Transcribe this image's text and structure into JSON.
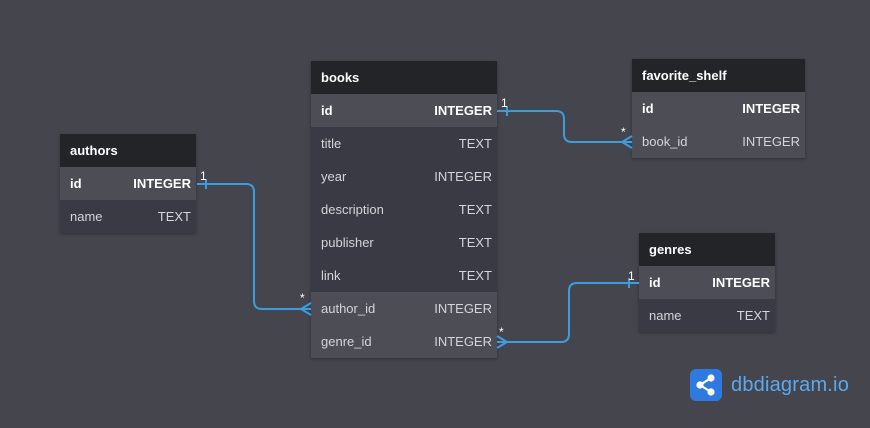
{
  "tables": {
    "authors": {
      "name": "authors",
      "fields": [
        {
          "name": "id",
          "type": "INTEGER"
        },
        {
          "name": "name",
          "type": "TEXT"
        }
      ]
    },
    "books": {
      "name": "books",
      "fields": [
        {
          "name": "id",
          "type": "INTEGER"
        },
        {
          "name": "title",
          "type": "TEXT"
        },
        {
          "name": "year",
          "type": "INTEGER"
        },
        {
          "name": "description",
          "type": "TEXT"
        },
        {
          "name": "publisher",
          "type": "TEXT"
        },
        {
          "name": "link",
          "type": "TEXT"
        },
        {
          "name": "author_id",
          "type": "INTEGER"
        },
        {
          "name": "genre_id",
          "type": "INTEGER"
        }
      ]
    },
    "favorite_shelf": {
      "name": "favorite_shelf",
      "fields": [
        {
          "name": "id",
          "type": "INTEGER"
        },
        {
          "name": "book_id",
          "type": "INTEGER"
        }
      ]
    },
    "genres": {
      "name": "genres",
      "fields": [
        {
          "name": "id",
          "type": "INTEGER"
        },
        {
          "name": "name",
          "type": "TEXT"
        }
      ]
    }
  },
  "relationships": [
    {
      "from": "authors.id",
      "from_card": "1",
      "to": "books.author_id",
      "to_card": "*"
    },
    {
      "from": "books.id",
      "from_card": "1",
      "to": "favorite_shelf.book_id",
      "to_card": "*"
    },
    {
      "from": "genres.id",
      "from_card": "1",
      "to": "books.genre_id",
      "to_card": "*"
    }
  ],
  "brand": {
    "text": "dbdiagram.io",
    "icon": "share-nodes-icon"
  },
  "colors": {
    "canvas": "#45454d",
    "header": "#232427",
    "row": "#393a43",
    "highlight_row": "#4c4d55",
    "link": "#3b9de0",
    "brand": "#2f7ae0"
  }
}
